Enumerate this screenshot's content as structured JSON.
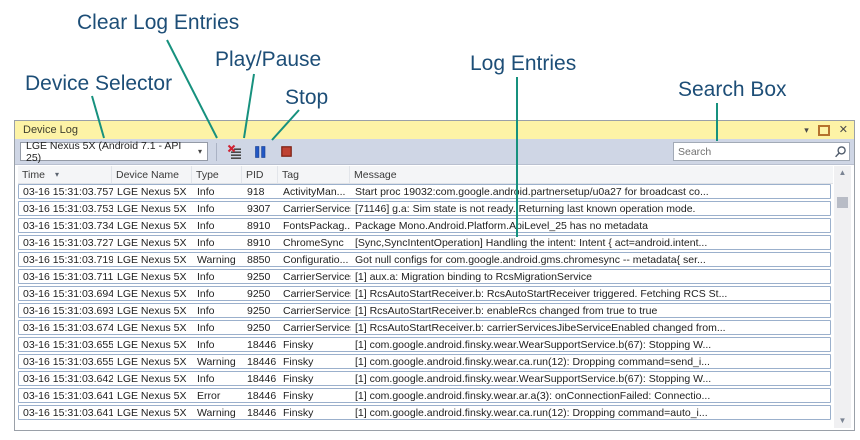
{
  "annotations": {
    "clear_log_label": "Clear Log Entries",
    "play_pause_label": "Play/Pause",
    "device_selector_label": "Device Selector",
    "stop_label": "Stop",
    "log_entries_label": "Log Entries",
    "search_box_label": "Search Box"
  },
  "icons": {
    "titlebar_caret": "▾",
    "titlebar_close": "✕",
    "combo_caret": "▾",
    "sort_desc": "▾",
    "scroll_up": "▲",
    "scroll_down": "▼"
  },
  "colors": {
    "annotation_text": "#1d4e77",
    "callout_line": "#17917e",
    "titlebar_bg": "#fdf3a6",
    "toolbar_bg": "#cfd6e5",
    "row_border": "#9bb0cc",
    "pause_icon": "#2257c4",
    "stop_icon": "#bf4233",
    "clear_x_icon": "#cf2233"
  },
  "window": {
    "title": "Device Log",
    "toolbar": {
      "device_selector_value": "LGE Nexus 5X (Android 7.1 - API 25)",
      "search_placeholder": "Search"
    },
    "table": {
      "columns": [
        "Time",
        "Device Name",
        "Type",
        "PID",
        "Tag",
        "Message"
      ],
      "sort": {
        "column": "Time",
        "direction": "desc"
      },
      "rows": [
        {
          "time": "03-16 15:31:03.757",
          "device": "LGE Nexus 5X",
          "type": "Info",
          "pid": "918",
          "tag": "ActivityMan...",
          "message": "Start proc 19032:com.google.android.partnersetup/u0a27 for broadcast co..."
        },
        {
          "time": "03-16 15:31:03.753",
          "device": "LGE Nexus 5X",
          "type": "Info",
          "pid": "9307",
          "tag": "CarrierServices",
          "message": "[71146] g.a: Sim state is not ready. Returning last known operation mode."
        },
        {
          "time": "03-16 15:31:03.734",
          "device": "LGE Nexus 5X",
          "type": "Info",
          "pid": "8910",
          "tag": "FontsPackag...",
          "message": "Package Mono.Android.Platform.ApiLevel_25 has no metadata"
        },
        {
          "time": "03-16 15:31:03.727",
          "device": "LGE Nexus 5X",
          "type": "Info",
          "pid": "8910",
          "tag": "ChromeSync",
          "message": "[Sync,SyncIntentOperation] Handling the intent: Intent { act=android.intent..."
        },
        {
          "time": "03-16 15:31:03.719",
          "device": "LGE Nexus 5X",
          "type": "Warning",
          "pid": "8850",
          "tag": "Configuratio...",
          "message": "Got null configs for com.google.android.gms.chromesync -- metadata{ ser..."
        },
        {
          "time": "03-16 15:31:03.711",
          "device": "LGE Nexus 5X",
          "type": "Info",
          "pid": "9250",
          "tag": "CarrierServices",
          "message": "[1] aux.a: Migration binding to RcsMigrationService"
        },
        {
          "time": "03-16 15:31:03.694",
          "device": "LGE Nexus 5X",
          "type": "Info",
          "pid": "9250",
          "tag": "CarrierServices",
          "message": "[1] RcsAutoStartReceiver.b: RcsAutoStartReceiver triggered. Fetching RCS St..."
        },
        {
          "time": "03-16 15:31:03.693",
          "device": "LGE Nexus 5X",
          "type": "Info",
          "pid": "9250",
          "tag": "CarrierServices",
          "message": "[1] RcsAutoStartReceiver.b: enableRcs changed from true to true"
        },
        {
          "time": "03-16 15:31:03.674",
          "device": "LGE Nexus 5X",
          "type": "Info",
          "pid": "9250",
          "tag": "CarrierServices",
          "message": "[1] RcsAutoStartReceiver.b: carrierServicesJibeServiceEnabled changed from..."
        },
        {
          "time": "03-16 15:31:03.655",
          "device": "LGE Nexus 5X",
          "type": "Info",
          "pid": "18446",
          "tag": "Finsky",
          "message": "[1] com.google.android.finsky.wear.WearSupportService.b(67): Stopping W..."
        },
        {
          "time": "03-16 15:31:03.655",
          "device": "LGE Nexus 5X",
          "type": "Warning",
          "pid": "18446",
          "tag": "Finsky",
          "message": "[1] com.google.android.finsky.wear.ca.run(12): Dropping command=send_i..."
        },
        {
          "time": "03-16 15:31:03.642",
          "device": "LGE Nexus 5X",
          "type": "Info",
          "pid": "18446",
          "tag": "Finsky",
          "message": "[1] com.google.android.finsky.wear.WearSupportService.b(67): Stopping W..."
        },
        {
          "time": "03-16 15:31:03.641",
          "device": "LGE Nexus 5X",
          "type": "Error",
          "pid": "18446",
          "tag": "Finsky",
          "message": "[1] com.google.android.finsky.wear.ar.a(3): onConnectionFailed: Connectio..."
        },
        {
          "time": "03-16 15:31:03.641",
          "device": "LGE Nexus 5X",
          "type": "Warning",
          "pid": "18446",
          "tag": "Finsky",
          "message": "[1] com.google.android.finsky.wear.ca.run(12): Dropping command=auto_i..."
        }
      ]
    }
  }
}
